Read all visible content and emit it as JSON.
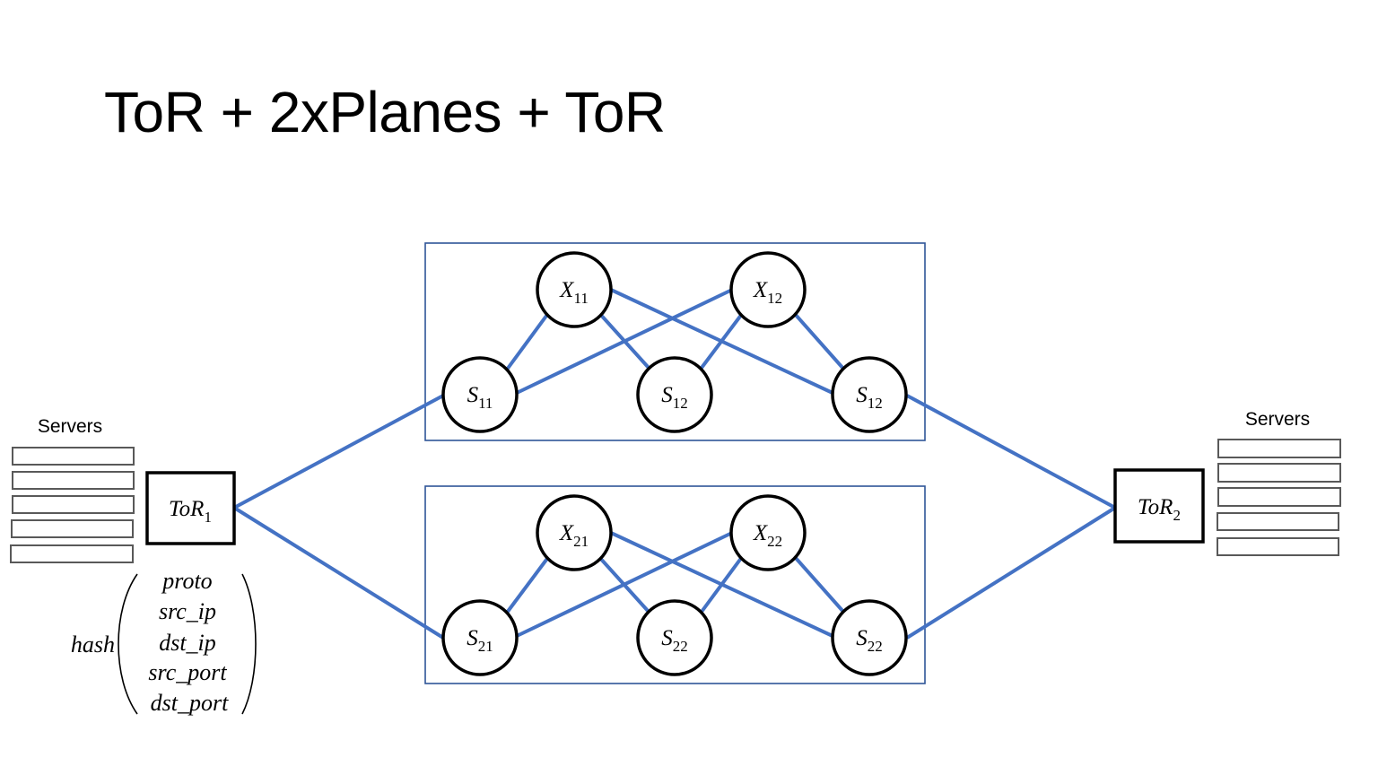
{
  "slide": {
    "title": "ToR + 2xPlanes + ToR"
  },
  "colors": {
    "link": "#4472c4",
    "plane_border": "#2f5597",
    "node_stroke": "#000000",
    "server_stroke": "#595959"
  },
  "left_servers": {
    "label": "Servers",
    "count": 5
  },
  "right_servers": {
    "label": "Servers",
    "count": 5
  },
  "tor1": {
    "base": "ToR",
    "sub": "1"
  },
  "tor2": {
    "base": "ToR",
    "sub": "2"
  },
  "hash": {
    "fn": "hash",
    "fields": [
      "proto",
      "src_ip",
      "dst_ip",
      "src_port",
      "dst_port"
    ]
  },
  "plane1": {
    "x_left": {
      "base": "X",
      "sub": "11"
    },
    "x_right": {
      "base": "X",
      "sub": "12"
    },
    "s_left": {
      "base": "S",
      "sub": "11"
    },
    "s_mid": {
      "base": "S",
      "sub": "12"
    },
    "s_right": {
      "base": "S",
      "sub": "12"
    }
  },
  "plane2": {
    "x_left": {
      "base": "X",
      "sub": "21"
    },
    "x_right": {
      "base": "X",
      "sub": "22"
    },
    "s_left": {
      "base": "S",
      "sub": "21"
    },
    "s_mid": {
      "base": "S",
      "sub": "22"
    },
    "s_right": {
      "base": "S",
      "sub": "22"
    }
  }
}
